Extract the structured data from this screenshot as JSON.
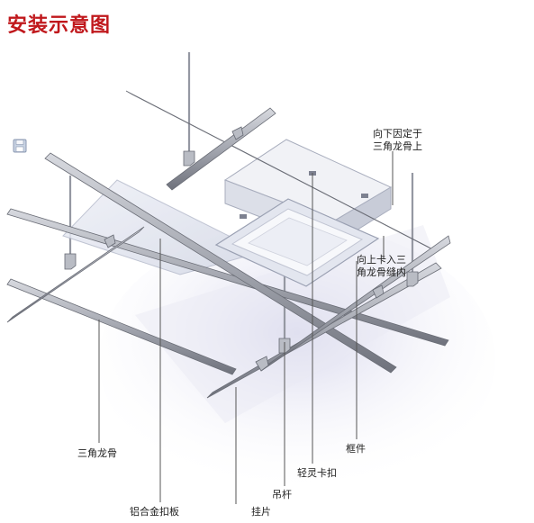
{
  "title": "安装示意图",
  "icons": {
    "save": "floppy-disk-icon"
  },
  "colors": {
    "title": "#c0181c",
    "rail": "#8a8d96",
    "panel": "#e6e9f3",
    "leader": "#555555"
  },
  "labels": {
    "fix_down": [
      "向下因定于",
      "三角龙骨上"
    ],
    "clip_up": [
      "向上卡入三",
      "角龙骨缝内"
    ],
    "triangle_keel": "三角龙骨",
    "frame": "框件",
    "light_clip": "轻灵卡扣",
    "hanger_rod": "吊杆",
    "aluminum_panel": "铝合金扣板",
    "hanger_piece": "挂片"
  }
}
